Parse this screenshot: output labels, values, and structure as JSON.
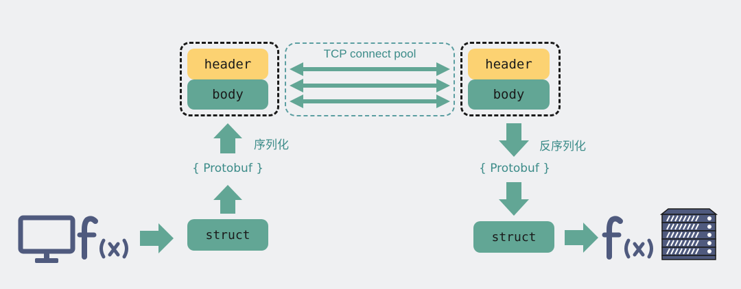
{
  "colors": {
    "background": "#eff0f2",
    "header_fill": "#fcd272",
    "body_fill": "#62a695",
    "arrow": "#62a695",
    "label_text": "#3b8b88",
    "icon_navy": "#4f5a7e"
  },
  "pool": {
    "label": "TCP connect pool"
  },
  "left": {
    "header_label": "header",
    "body_label": "body",
    "serialize_label": "序列化",
    "protobuf_label": "{ Protobuf }",
    "struct_label": "struct",
    "client_icon": "monitor-icon",
    "func_label": "f(x)"
  },
  "right": {
    "header_label": "header",
    "body_label": "body",
    "deserialize_label": "反序列化",
    "protobuf_label": "{ Protobuf }",
    "struct_label": "struct",
    "server_icon": "server-rack-icon",
    "func_label": "f(x)"
  }
}
